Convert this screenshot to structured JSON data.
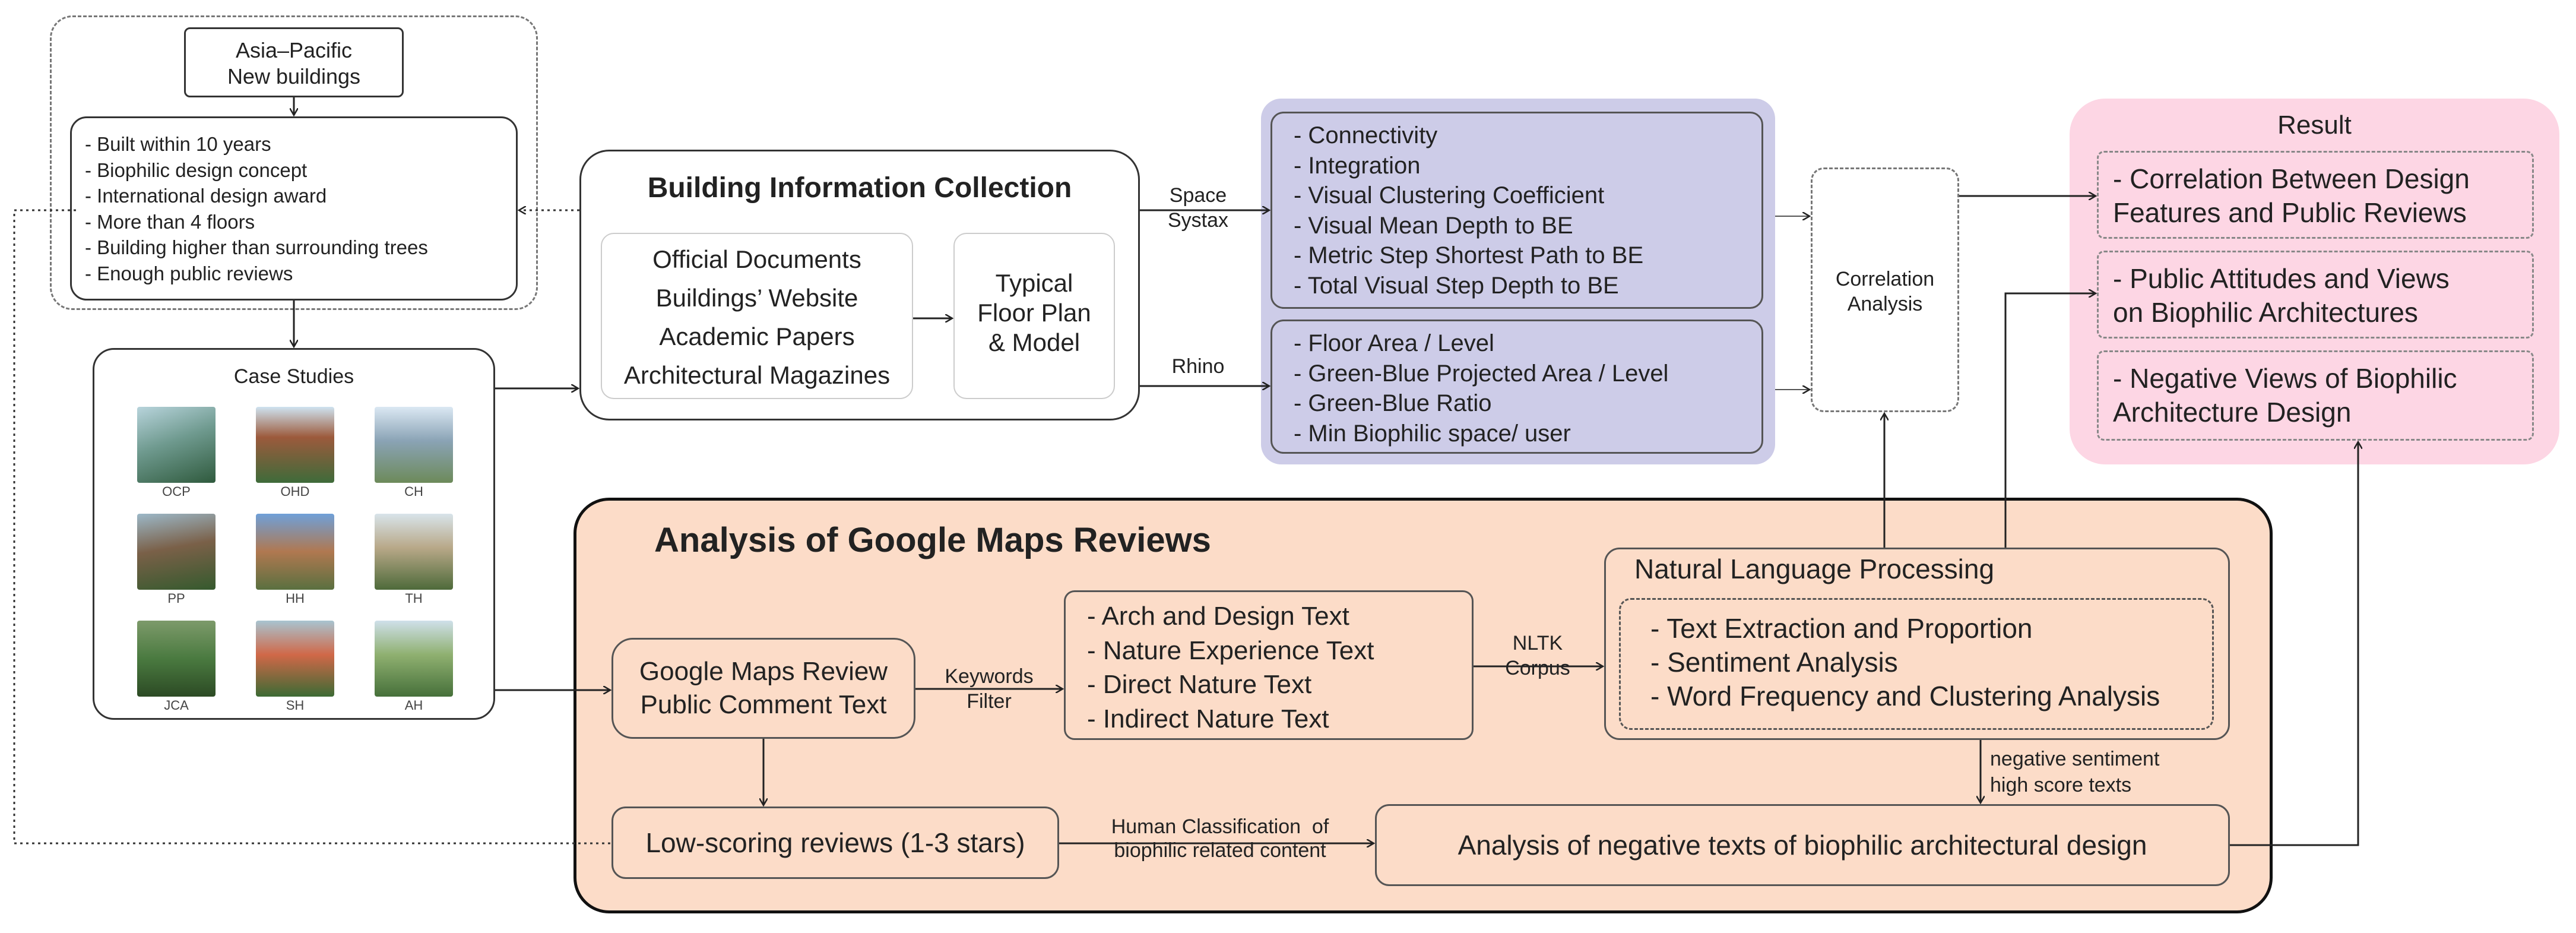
{
  "criteria": {
    "region": [
      "Asia–Pacific",
      "New buildings"
    ],
    "items": [
      "- Built within 10 years",
      "- Biophilic design concept",
      "- International design award",
      "- More than 4 floors",
      "- Building higher than surrounding trees",
      "- Enough public reviews"
    ]
  },
  "cases": {
    "title": "Case Studies",
    "labels": [
      "OCP",
      "OHD",
      "CH",
      "PP",
      "HH",
      "TH",
      "JCA",
      "SH",
      "AH"
    ]
  },
  "collection": {
    "title": "Building Information Collection",
    "sources": [
      "Official Documents",
      "Buildings’ Website",
      "Academic Papers",
      "Architectural Magazines"
    ],
    "floor_plan": [
      "Typical",
      "Floor Plan",
      "& Model"
    ]
  },
  "edges": {
    "space_syntax": [
      "Space",
      "Systax"
    ],
    "rhino": "Rhino",
    "keywords": [
      "Keywords",
      "Filter"
    ],
    "nltk": [
      "NLTK",
      "Corpus"
    ],
    "negative": [
      "negative sentiment",
      "high score texts"
    ],
    "human": [
      "Human Classification  of",
      "biophilic related content"
    ]
  },
  "syntax_metrics": [
    "- Connectivity",
    "- Integration",
    "- Visual Clustering Coefficient",
    "- Visual Mean Depth to BE",
    "- Metric Step Shortest Path to BE",
    "- Total Visual Step Depth to BE"
  ],
  "rhino_metrics": [
    "- Floor Area / Level",
    "- Green-Blue Projected Area / Level",
    "- Green-Blue Ratio",
    "- Min Biophilic space/ user"
  ],
  "correlation": [
    "Correlation",
    "Analysis"
  ],
  "result": {
    "title": "Result",
    "items": [
      [
        "- Correlation Between Design",
        "Features and Public Reviews"
      ],
      [
        "- Public Attitudes and Views",
        "on Biophilic Architectures"
      ],
      [
        "- Negative Views of Biophilic",
        "Architecture Design"
      ]
    ]
  },
  "reviews": {
    "title": "Analysis of Google Maps Reviews",
    "gmr": [
      "Google Maps Review",
      "Public Comment Text"
    ],
    "texts": [
      "- Arch and Design Text",
      "- Nature Experience Text",
      "- Direct Nature Text",
      "- Indirect Nature Text"
    ],
    "nlp_title": "Natural Language Processing",
    "nlp_items": [
      "- Text Extraction and Proportion",
      "- Sentiment Analysis",
      "- Word Frequency and Clustering Analysis"
    ],
    "low": "Low-scoring reviews (1-3 stars)",
    "negative_analysis": "Analysis of negative texts of biophilic architectural design"
  },
  "colors": {
    "peach": "#fcdcc8",
    "lavender": "#cdcce8",
    "pink": "#fdd6e4"
  }
}
